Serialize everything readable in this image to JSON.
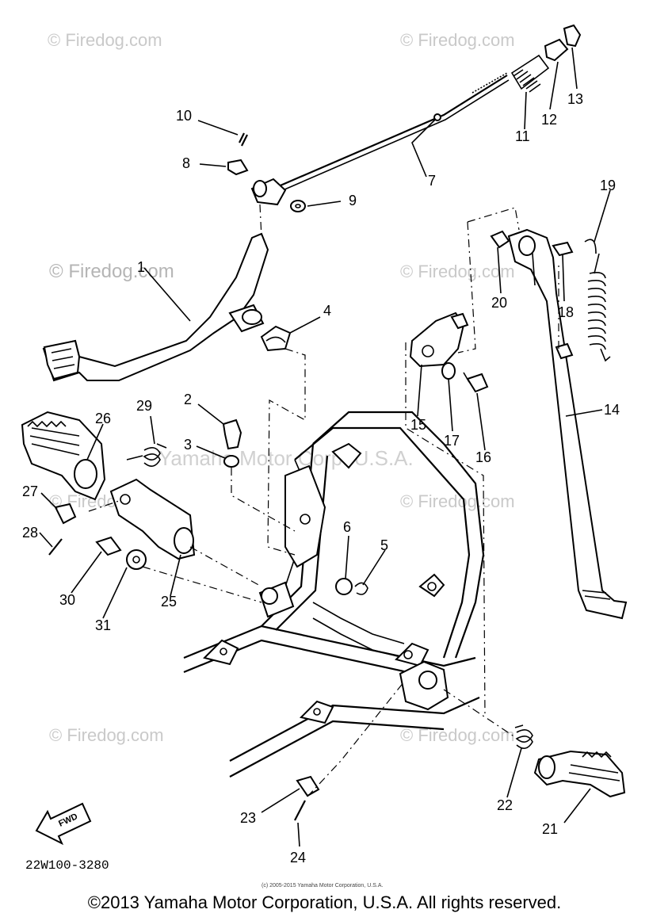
{
  "watermarks": [
    "© Firedog.com",
    "© Firedog.com",
    "© Firedog.com",
    "© Firedog.com",
    "© Firedog.com",
    "© Firedog.com",
    "© Firedog.com",
    "© Firedog.com"
  ],
  "center_watermark": "Yamaha Motor Corp. U.S.A.",
  "callouts": {
    "c1": "1",
    "c2": "2",
    "c3": "3",
    "c4": "4",
    "c5": "5",
    "c6": "6",
    "c7": "7",
    "c8": "8",
    "c9": "9",
    "c10": "10",
    "c11": "11",
    "c12": "12",
    "c13": "13",
    "c14": "14",
    "c15": "15",
    "c16": "16",
    "c17": "17",
    "c18": "18",
    "c19": "19",
    "c20": "20",
    "c21": "21",
    "c22": "22",
    "c23": "23",
    "c24": "24",
    "c25": "25",
    "c26": "26",
    "c27": "27",
    "c28": "28",
    "c29": "29",
    "c30": "30",
    "c31": "31"
  },
  "fwd_label": "FWD",
  "part_code": "22W100-3280",
  "small_copyright": "(c) 2005-2015 Yamaha Motor Corporation, U.S.A.",
  "copyright": "©2013 Yamaha Motor Corporation, U.S.A. All rights reserved."
}
